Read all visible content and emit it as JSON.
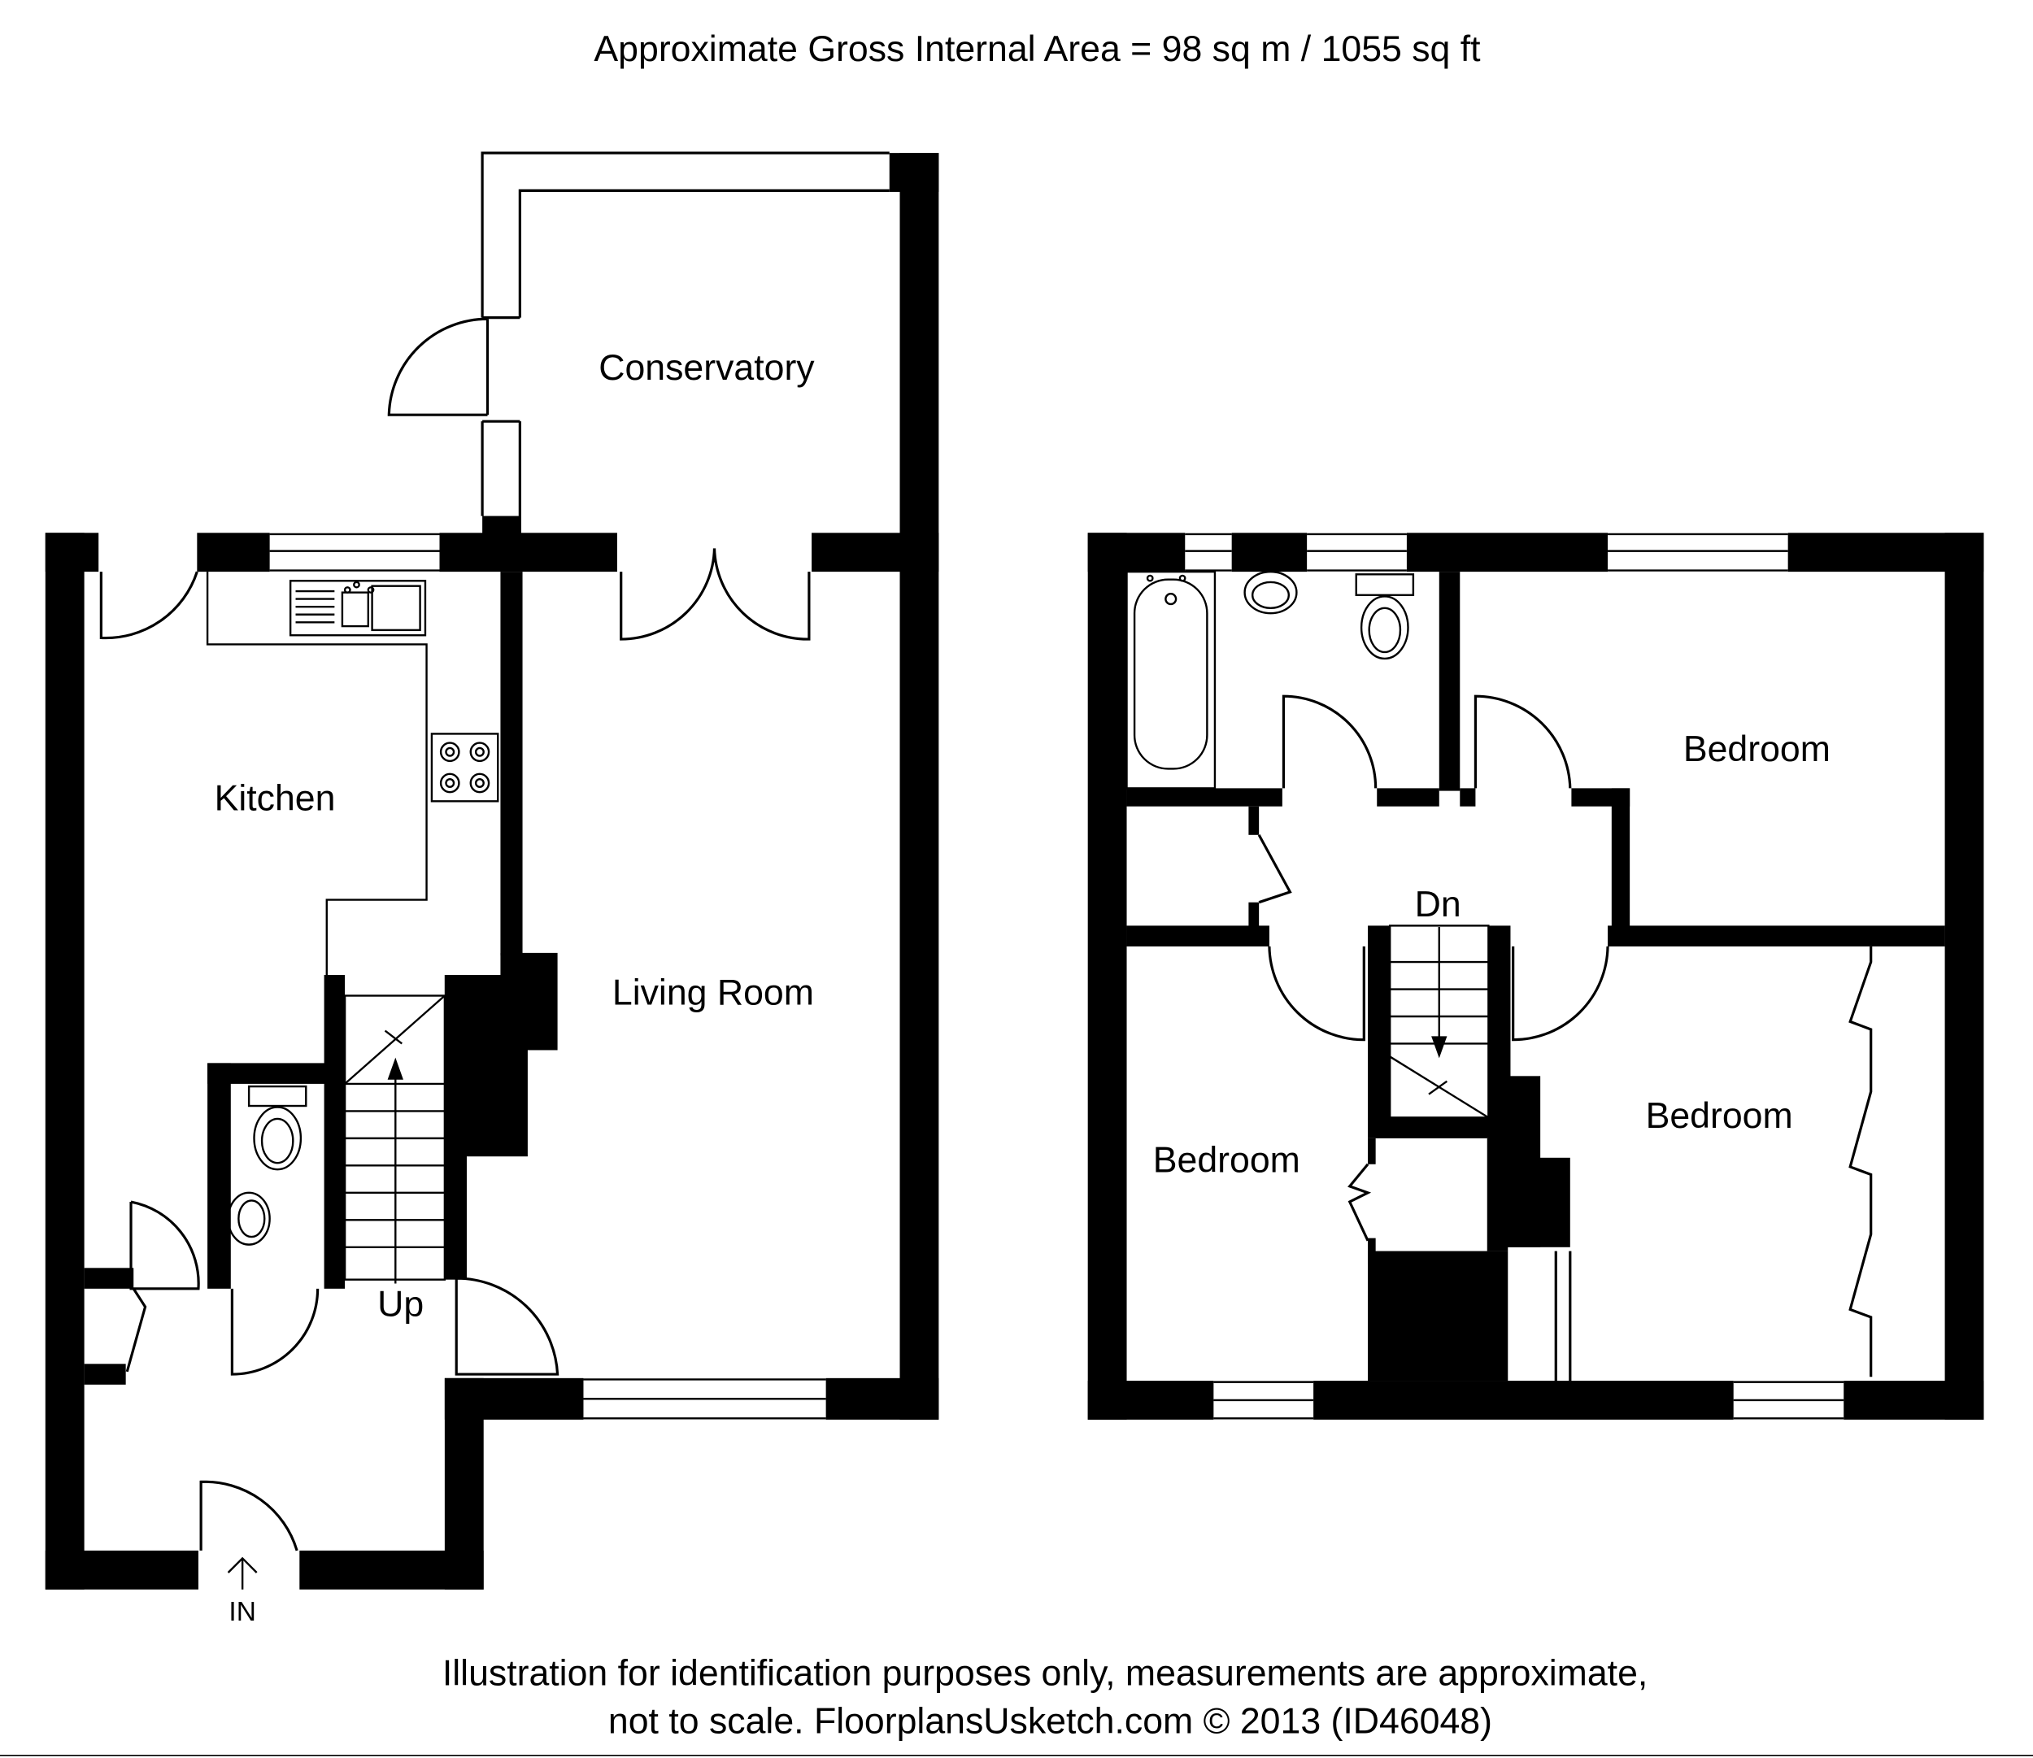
{
  "header": {
    "area_text": "Approximate Gross Internal Area = 98 sq m / 1055 sq ft"
  },
  "ground_floor": {
    "rooms": {
      "conservatory": "Conservatory",
      "kitchen": "Kitchen",
      "living_room": "Living Room"
    },
    "stairs_label": "Up",
    "entrance_label": "IN"
  },
  "first_floor": {
    "rooms": {
      "bedroom_1": "Bedroom",
      "bedroom_2": "Bedroom",
      "bedroom_3": "Bedroom"
    },
    "stairs_label": "Dn"
  },
  "footer": {
    "line1": "Illustration for identification purposes only, measurements are approximate,",
    "line2": "not to scale. FloorplansUsketch.com © 2013 (ID46048)"
  }
}
